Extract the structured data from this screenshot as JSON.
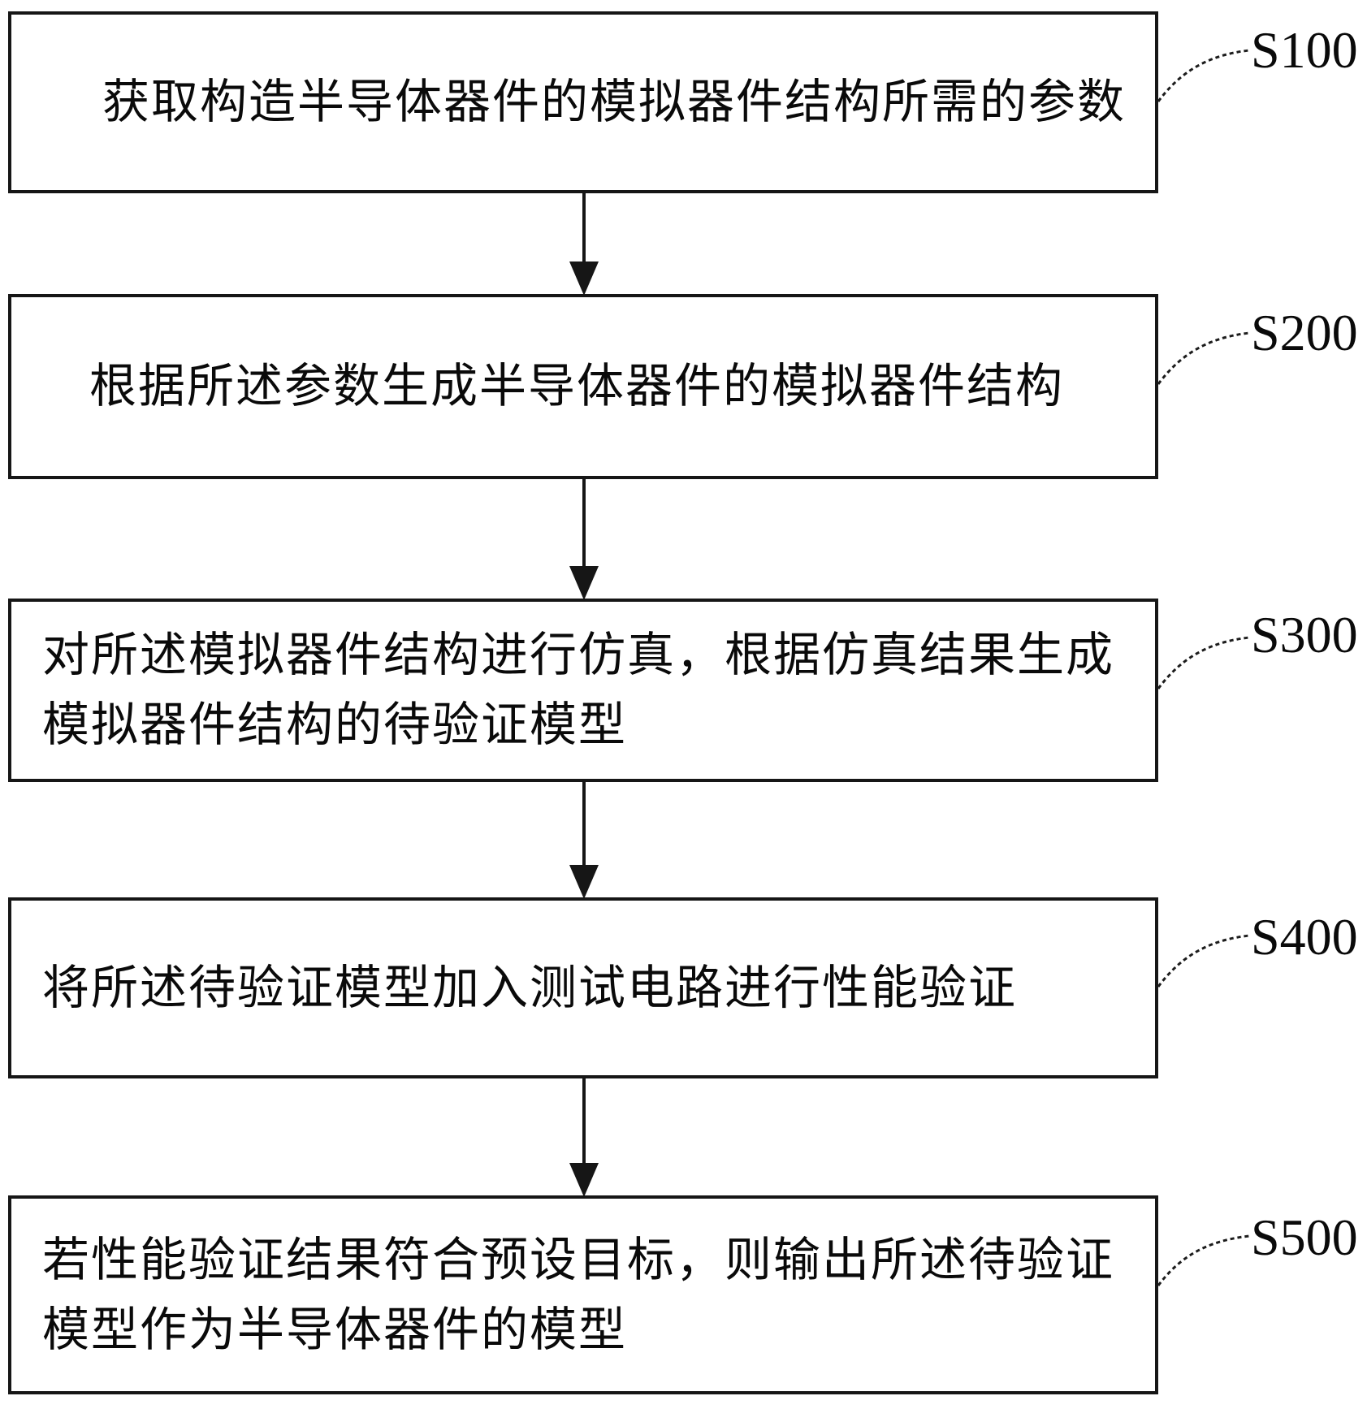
{
  "figure": {
    "type": "flowchart",
    "background_color": "#ffffff",
    "line_color": "#161616",
    "text_color": "#0a0a0a"
  },
  "steps": [
    {
      "id": "S100",
      "lines": [
        "获取构造半导体器件的模拟器件结构所需的参数"
      ]
    },
    {
      "id": "S200",
      "lines": [
        "根据所述参数生成半导体器件的模拟器件结构"
      ]
    },
    {
      "id": "S300",
      "lines": [
        "对所述模拟器件结构进行仿真，根据仿真结果生成",
        "模拟器件结构的待验证模型"
      ]
    },
    {
      "id": "S400",
      "lines": [
        "将所述待验证模型加入测试电路进行性能验证"
      ]
    },
    {
      "id": "S500",
      "lines": [
        "若性能验证结果符合预设目标，则输出所述待验证",
        "模型作为半导体器件的模型"
      ]
    }
  ]
}
